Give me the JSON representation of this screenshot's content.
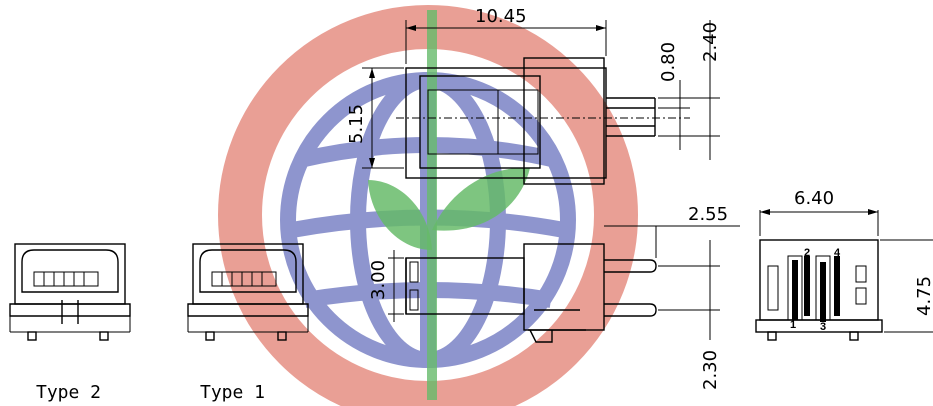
{
  "watermark": {
    "ring_color": "#e07a6c",
    "globe_color": "#5b65b8",
    "leaf_color": "#4caf50"
  },
  "dimensions": {
    "length": "10.45",
    "pin_offset": "0.80",
    "pin_pitch": "2.40",
    "height": "5.15",
    "lead_length": "2.55",
    "body_height": "3.00",
    "width": "6.40",
    "front_height": "4.75",
    "lead_spacing": "2.30"
  },
  "captions": {
    "type2": "Type 2",
    "type1": "Type 1"
  },
  "pin_numbers": {
    "pin1": "1",
    "pin2": "2",
    "pin3": "3",
    "pin4": "4"
  }
}
